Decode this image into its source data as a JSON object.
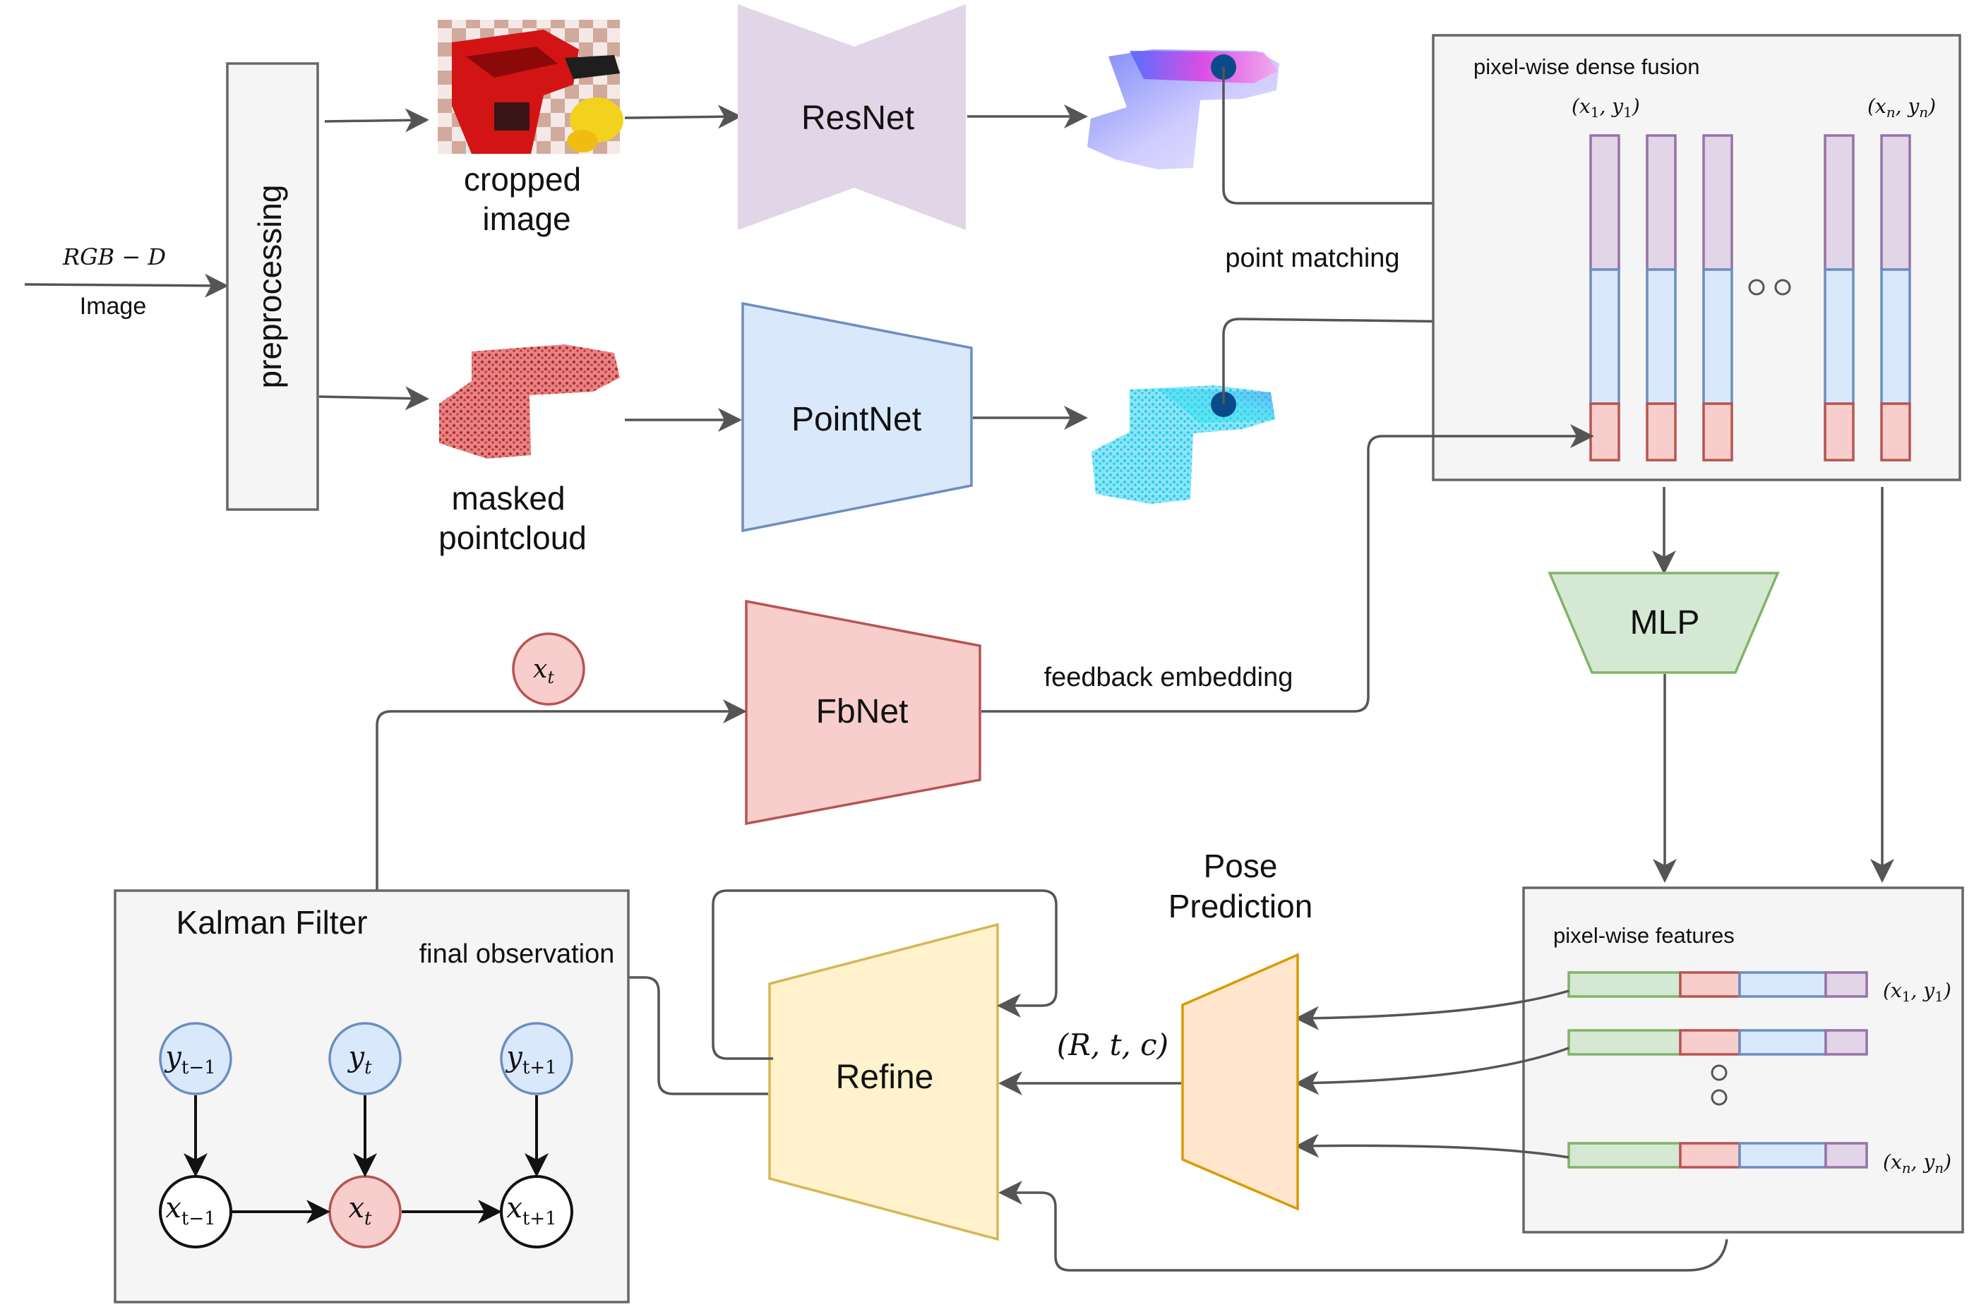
{
  "input": {
    "label_math": "RGB − D",
    "label": "Image"
  },
  "preprocessing": {
    "label": "preprocessing"
  },
  "cropped_image": {
    "line1": "cropped",
    "line2": "image"
  },
  "masked_pointcloud": {
    "line1": "masked",
    "line2": "pointcloud"
  },
  "resnet": {
    "label": "ResNet",
    "fill": "#e1d5e7",
    "stroke": "#e1d5e7"
  },
  "pointnet": {
    "label": "PointNet",
    "fill": "#dae8fc",
    "stroke": "#6c8ebf"
  },
  "fbnet": {
    "label": "FbNet",
    "fill": "#f8cecc",
    "stroke": "#b85450"
  },
  "mlp": {
    "label": "MLP",
    "fill": "#d5e8d4",
    "stroke": "#82b366"
  },
  "refine": {
    "label": "Refine",
    "fill": "#fff2cc",
    "stroke": "#d6b656"
  },
  "pose_prediction": {
    "line1": "Pose",
    "line2": "Prediction",
    "fill": "#ffe6cc",
    "stroke": "#d79b00"
  },
  "point_matching": {
    "label": "point matching"
  },
  "feedback_embedding": {
    "label": "feedback embedding"
  },
  "final_observation": {
    "label": "final observation"
  },
  "pose_output": {
    "label": "(R, t, c)"
  },
  "x_t_node": {
    "label": "x",
    "sub": "t"
  },
  "dense_fusion": {
    "title": "pixel-wise dense fusion",
    "first_coord": {
      "a": "x",
      "a_sub": "1",
      "b": "y",
      "b_sub": "1"
    },
    "last_coord": {
      "a": "x",
      "a_sub": "n",
      "b": "y",
      "b_sub": "n"
    }
  },
  "pixel_features": {
    "title": "pixel-wise features",
    "first_coord": {
      "a": "x",
      "a_sub": "1",
      "b": "y",
      "b_sub": "1"
    },
    "last_coord": {
      "a": "x",
      "a_sub": "n",
      "b": "y",
      "b_sub": "n"
    }
  },
  "kalman": {
    "title": "Kalman Filter",
    "y_prev": {
      "v": "y",
      "sub": "t−1"
    },
    "y_curr": {
      "v": "y",
      "sub": "t"
    },
    "y_next": {
      "v": "y",
      "sub": "t+1"
    },
    "x_prev": {
      "v": "x",
      "sub": "t−1"
    },
    "x_curr": {
      "v": "x",
      "sub": "t"
    },
    "x_next": {
      "v": "x",
      "sub": "t+1"
    }
  },
  "colors": {
    "purple": "#e1d5e7",
    "purple_stroke": "#9673a6",
    "blue": "#dae8fc",
    "blue_stroke": "#6c8ebf",
    "red": "#f8cecc",
    "red_stroke": "#b85450",
    "green": "#d5e8d4",
    "green_stroke": "#82b366",
    "panel": "#f5f5f5",
    "panel_stroke": "#666666"
  }
}
